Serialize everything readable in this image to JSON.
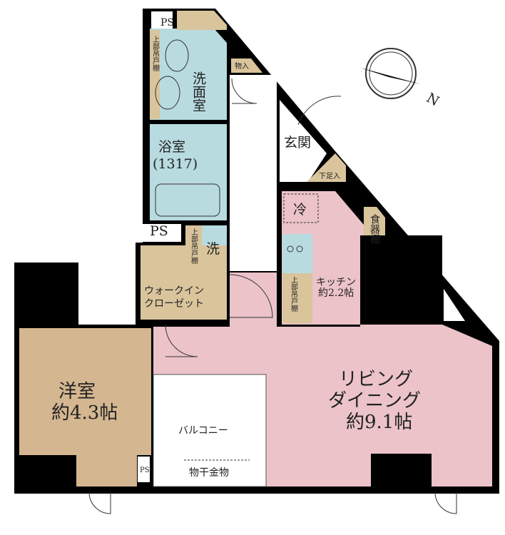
{
  "colors": {
    "wall": "#000000",
    "western_room": "#d4b690",
    "living": "#ebc3c8",
    "water": "#b8dbe0",
    "storage": "#d9c49c"
  },
  "rooms": {
    "western_room": {
      "name": "洋室",
      "size": "約4.3帖"
    },
    "living": {
      "name1": "リビング",
      "name2": "ダイニング",
      "size": "約9.1帖"
    },
    "kitchen": {
      "name": "キッチン",
      "size": "約2.2帖"
    },
    "washroom": "洗面室",
    "bath": {
      "name": "浴室",
      "size": "(1317)"
    },
    "entrance": "玄関",
    "wic": {
      "line1": "ウォークイン",
      "line2": "クローゼット"
    },
    "balcony": "バルコニー",
    "laundry_pole": "物干金物"
  },
  "labels": {
    "ps": "PS",
    "storage": "物入",
    "shoe_box": "下足入",
    "fridge": "冷",
    "cupboard": "食器棚",
    "washer": "洗",
    "upper_cabinet": "上部吊戸棚"
  },
  "compass": {
    "north": "N"
  }
}
